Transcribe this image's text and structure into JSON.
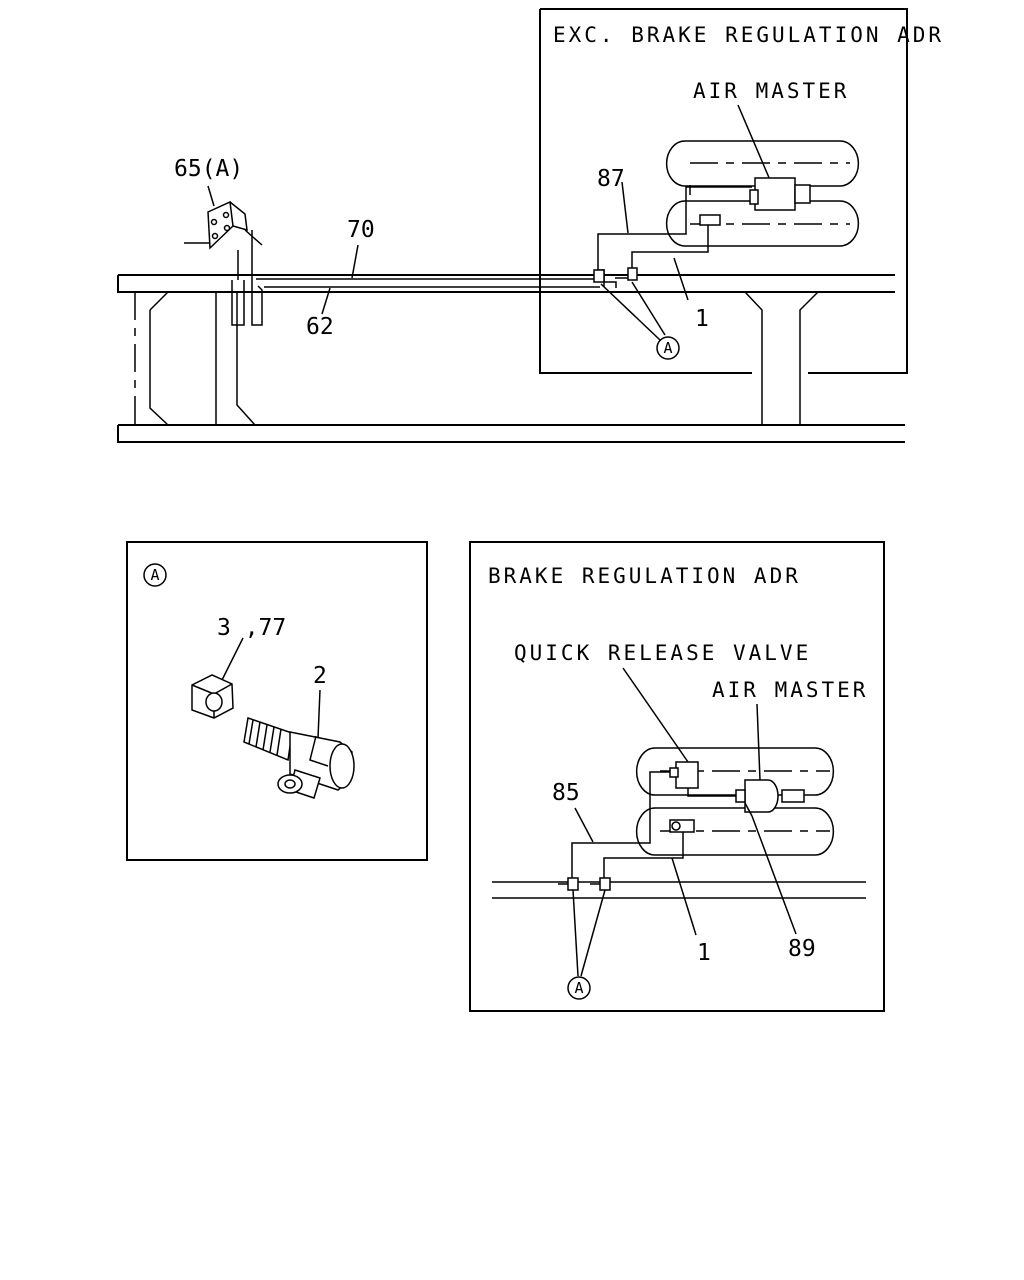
{
  "top_view": {
    "box_title": "EXC. BRAKE REGULATION ADR",
    "air_master_label": "AIR MASTER",
    "callouts": {
      "bracket": "65(A)",
      "pipe_upper": "70",
      "pipe_lower": "62",
      "pipe_87": "87",
      "pipe_1": "1",
      "detail_ref": "A"
    }
  },
  "detail_a": {
    "ref": "A",
    "callouts": {
      "nut": "3 ,77",
      "connector": "2"
    }
  },
  "brake_regulation_view": {
    "box_title": "BRAKE REGULATION ADR",
    "quick_release_valve_label": "QUICK RELEASE VALVE",
    "air_master_label": "AIR MASTER",
    "callouts": {
      "pipe_85": "85",
      "pipe_1": "1",
      "pipe_89": "89",
      "detail_ref": "A"
    }
  }
}
